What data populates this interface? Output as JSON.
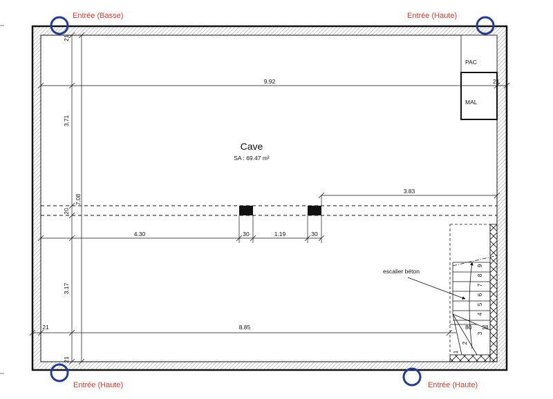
{
  "colors": {
    "entry_text": "#e03a2e",
    "entry_ring": "#1f3c9c",
    "wall": "#111111",
    "hatch": "#bdbdbd"
  },
  "entries": {
    "top_left": "Entrée (Basse)",
    "top_right": "Entrée (Haute)",
    "bottom_left": "Entrée (Haute)",
    "bottom_right": "Entrée (Haute)"
  },
  "room": {
    "name": "Cave",
    "area": "SA : 69.47 m²"
  },
  "equipment": {
    "pac": "PAC",
    "mal": "MAL"
  },
  "stairs": {
    "label": "escalier béton",
    "steps": [
      "9",
      "8",
      "7",
      "6",
      "5",
      "4",
      "3",
      "2",
      "1"
    ],
    "dims": {
      "landing": "80",
      "side": "38"
    }
  },
  "dimensions": {
    "top_wall_left": "21",
    "top_wall_right": "21",
    "total_width_top": "9.92",
    "upper_height": "3.71",
    "total_height": "7.08",
    "beam_height": "20",
    "right_segment": "3.83",
    "left_segment": "4.30",
    "pillar1": "30",
    "between_pillars": "1.19",
    "pillar2": "30",
    "lower_height": "3.17",
    "bottom_width": "8.85",
    "left_wall": "21",
    "bottom_wall": "21"
  }
}
